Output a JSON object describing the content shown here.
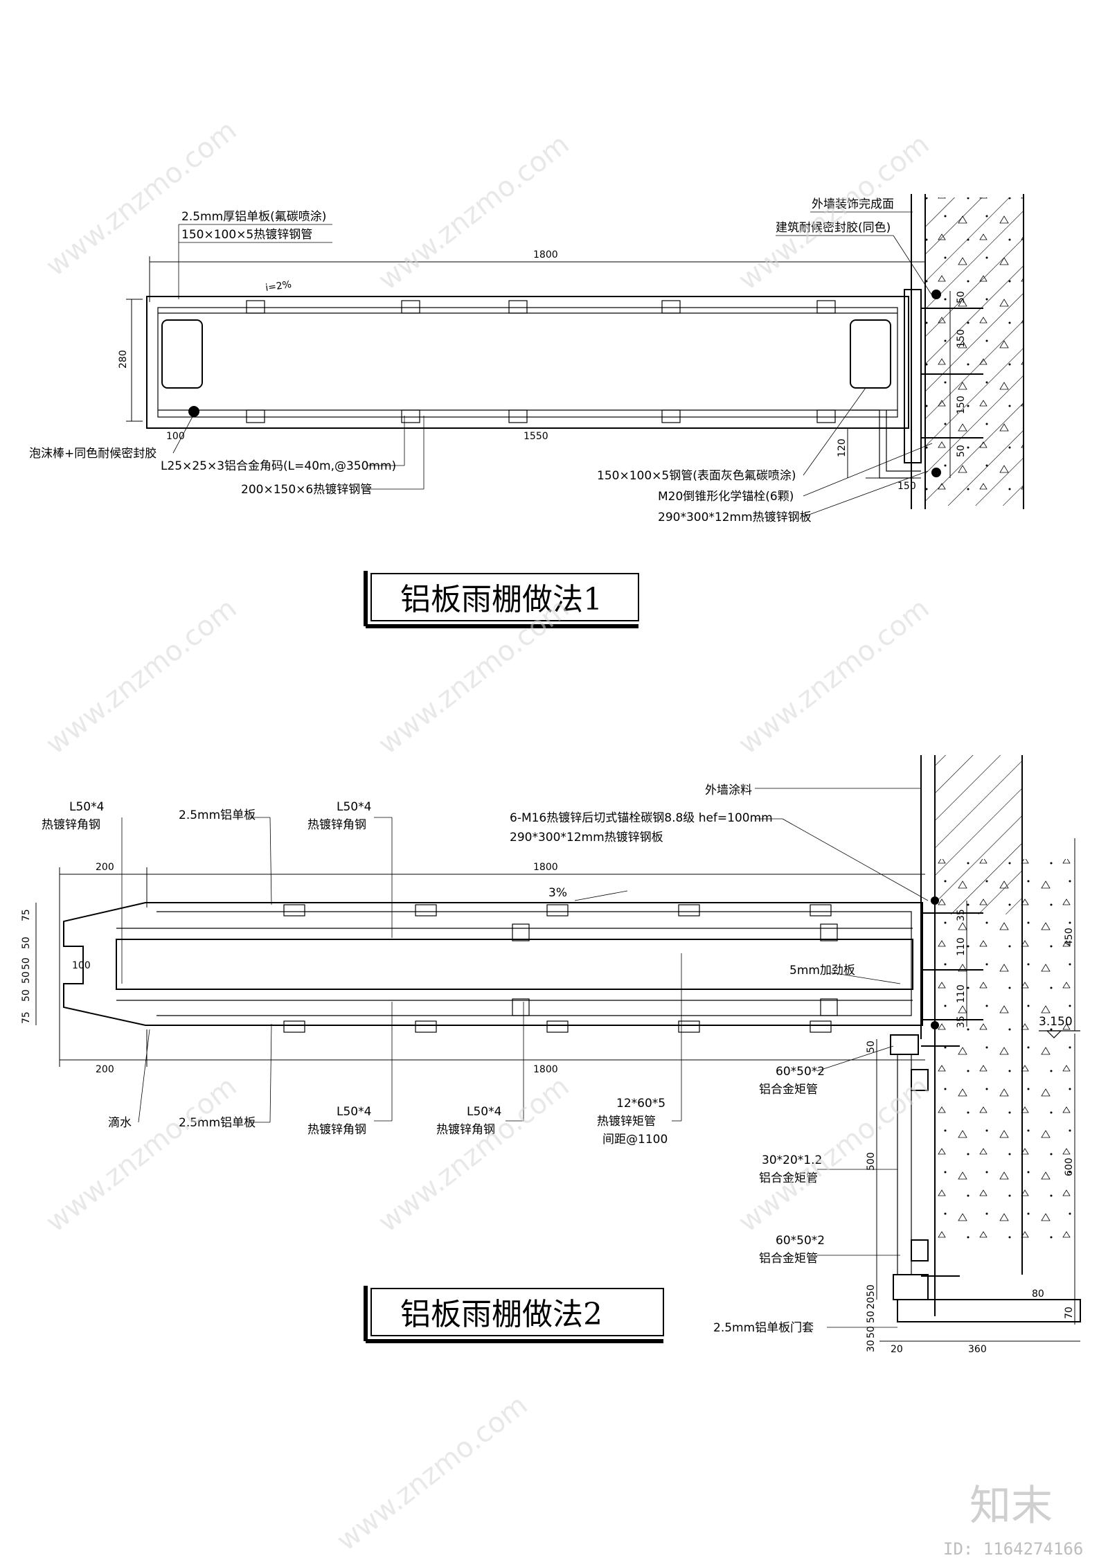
{
  "watermark": {
    "text": "www.znzmo.com",
    "logo": "知末",
    "id": "ID: 1164274166"
  },
  "detail1": {
    "title": "铝板雨棚做法1",
    "labels": {
      "l1": "2.5mm厚铝单板(氟碳喷涂)",
      "l2": "150×100×5热镀锌钢管",
      "l3": "外墙装饰完成面",
      "l4": "建筑耐候密封胶(同色)",
      "l5": "泡沫棒+同色耐候密封胶",
      "l6": "L25×25×3铝合金角码(L=40m,@350mm)",
      "l7": "200×150×6热镀锌钢管",
      "l8": "150×100×5钢管(表面灰色氟碳喷涂)",
      "l9": "M20倒锥形化学锚栓(6颗)",
      "l10": "290*300*12mm热镀锌钢板"
    },
    "dims": {
      "top": "1800",
      "height": "280",
      "left": "100",
      "bottom": "1550",
      "d120": "120",
      "d150": "150",
      "r50a": "50",
      "r150a": "150",
      "r150b": "150",
      "r50b": "50",
      "slope": "i=2%"
    }
  },
  "detail2": {
    "title": "铝板雨棚做法2",
    "labels": {
      "a1": "L50*4",
      "a2": "热镀锌角钢",
      "b1": "2.5mm铝单板",
      "c1": "L50*4",
      "c2": "热镀锌角钢",
      "d1": "6-M16热镀锌后切式锚栓碳钢8.8级  hef=100mm",
      "d2": "290*300*12mm热镀锌钢板",
      "e1": "外墙涂料",
      "f1": "5mm加劲板",
      "g1": "60*50*2",
      "g2": "铝合金矩管",
      "h1": "30*20*1.2",
      "h2": "铝合金矩管",
      "i1": "60*50*2",
      "i2": "铝合金矩管",
      "j1": "2.5mm铝单板门套",
      "k1": "滴水",
      "m1": "2.5mm铝单板",
      "n1": "L50*4",
      "n2": "热镀锌角钢",
      "o1": "L50*4",
      "o2": "热镀锌角钢",
      "p1": "12*60*5",
      "p2": "热镀锌矩管",
      "p3": "间距@1100",
      "slope": "3%"
    },
    "dims": {
      "top200": "200",
      "top1800": "1800",
      "bot200": "200",
      "bot1800": "1800",
      "d100": "100",
      "l75a": "75",
      "l50a": "50",
      "l50b": "50",
      "l50c": "50",
      "l50d": "50",
      "l75b": "75",
      "r35a": "35",
      "r110a": "110",
      "r110b": "110",
      "r35b": "35",
      "r450": "450",
      "elev": "3.150",
      "r600": "600",
      "r70": "70",
      "r80": "80",
      "v50": "50",
      "v500": "500",
      "v50b": "50",
      "v20": "20",
      "v50c": "50",
      "v50d": "50",
      "v30": "30",
      "b20": "20",
      "b360": "360"
    }
  }
}
